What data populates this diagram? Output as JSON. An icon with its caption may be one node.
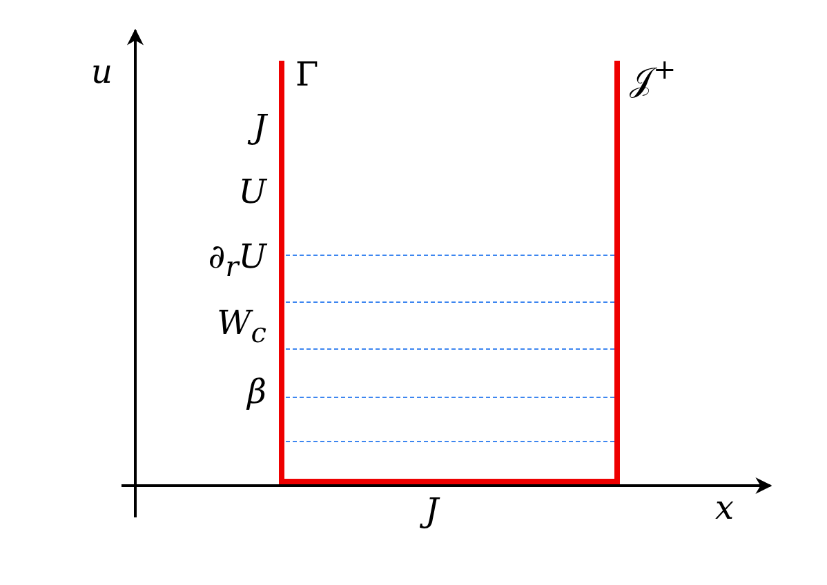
{
  "diagram": {
    "labels": [
      "u",
      "Γ",
      "𝒥$^{+}$",
      "J",
      "U",
      "∂$_{r}$U",
      "W$_{c}$",
      "β",
      "J",
      "x"
    ]
  }
}
